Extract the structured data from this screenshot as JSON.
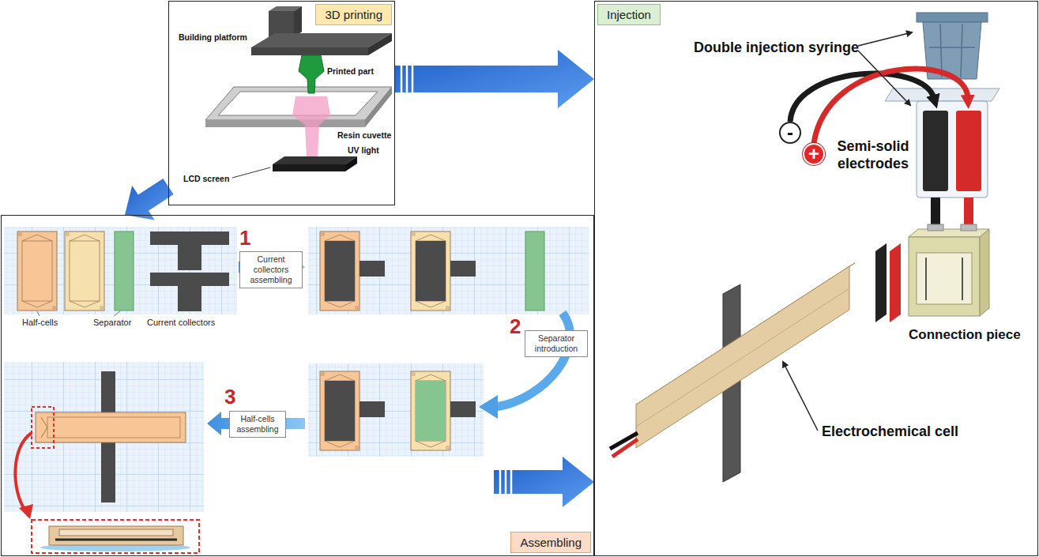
{
  "diagram": {
    "nodes": [
      {
        "text": [
          "3D printing"
        ]
      },
      {
        "text": [
          "Injection"
        ]
      },
      {
        "text": [
          "-"
        ],
        "in": 1
      },
      {
        "text": [
          "+"
        ],
        "in": 1
      },
      {
        "text": [
          "Assembling"
        ]
      },
      {
        "text": [
          "Current collectors assembling"
        ],
        "in": 4
      },
      {
        "text": [
          "Separator introduction"
        ],
        "in": 4
      },
      {
        "text": [
          "Half-cells assembling"
        ],
        "in": 4
      }
    ],
    "edges": [
      {
        "from": 0,
        "to": 1,
        "arrow": "to"
      },
      {
        "from": 0,
        "to": 4,
        "arrow": "to"
      },
      {
        "from": 4,
        "to": 1,
        "arrow": "to"
      }
    ],
    "labels": [
      "Building platform",
      "Printed part",
      "Resin cuvette",
      "UV light",
      "LCD screen",
      "Half-cells",
      "Separator",
      "Current collectors",
      "1",
      "2",
      "3",
      "Double injection syringe",
      "Semi-solid electrodes",
      "Connection piece",
      "Electrochemical cell"
    ]
  }
}
